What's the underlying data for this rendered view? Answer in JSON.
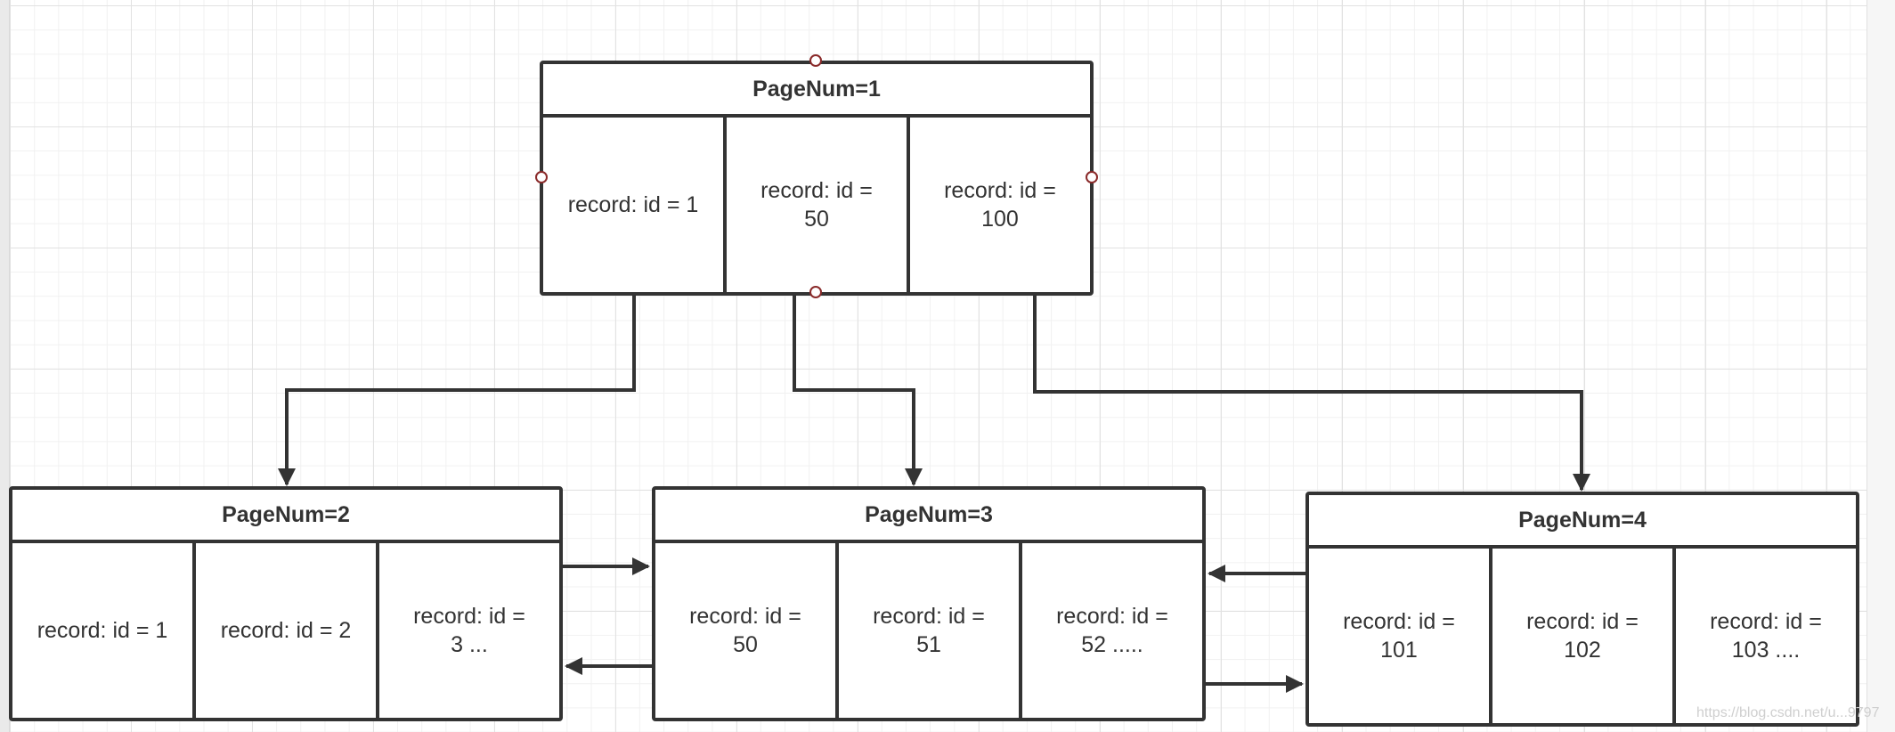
{
  "diagram": {
    "root": {
      "title": "PageNum=1",
      "cells": [
        "record: id = 1",
        "record: id =\n50",
        "record: id =\n100"
      ]
    },
    "children": [
      {
        "title": "PageNum=2",
        "cells": [
          "record: id = 1",
          "record: id = 2",
          "record: id =\n3  ..."
        ]
      },
      {
        "title": "PageNum=3",
        "cells": [
          "record: id =\n50",
          "record: id =\n51",
          "record: id =\n52 ....."
        ]
      },
      {
        "title": "PageNum=4",
        "cells": [
          "record: id =\n101",
          "record: id =\n102",
          "record: id =\n103 ...."
        ]
      }
    ]
  },
  "watermark": "https://blog.csdn.net/u...9797",
  "colors": {
    "line": "#333333",
    "grid": "#e2e2e2",
    "handle": "#8a2a2a"
  }
}
